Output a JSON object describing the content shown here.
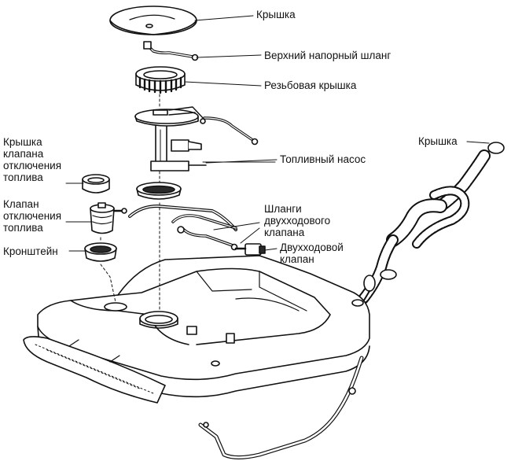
{
  "colors": {
    "ink": "#111111",
    "background": "#ffffff",
    "shade": "#2a2a2a"
  },
  "labels": {
    "top_cover": "Крышка",
    "upper_pressure_hose": "Верхний напорный шланг",
    "threaded_cover": "Резьбовая крышка",
    "fuel_pump": "Топливный насос",
    "filler_cap": "Крышка",
    "cutoff_valve_cover": "Крышка\nклапана\nотключения\nтоплива",
    "cutoff_valve": "Клапан\nотключения\nтоплива",
    "bracket": "Кронштейн",
    "two_way_valve_hoses": "Шланги\nдвухходового\nклапана",
    "two_way_valve": "Двухходовой\nклапан"
  }
}
